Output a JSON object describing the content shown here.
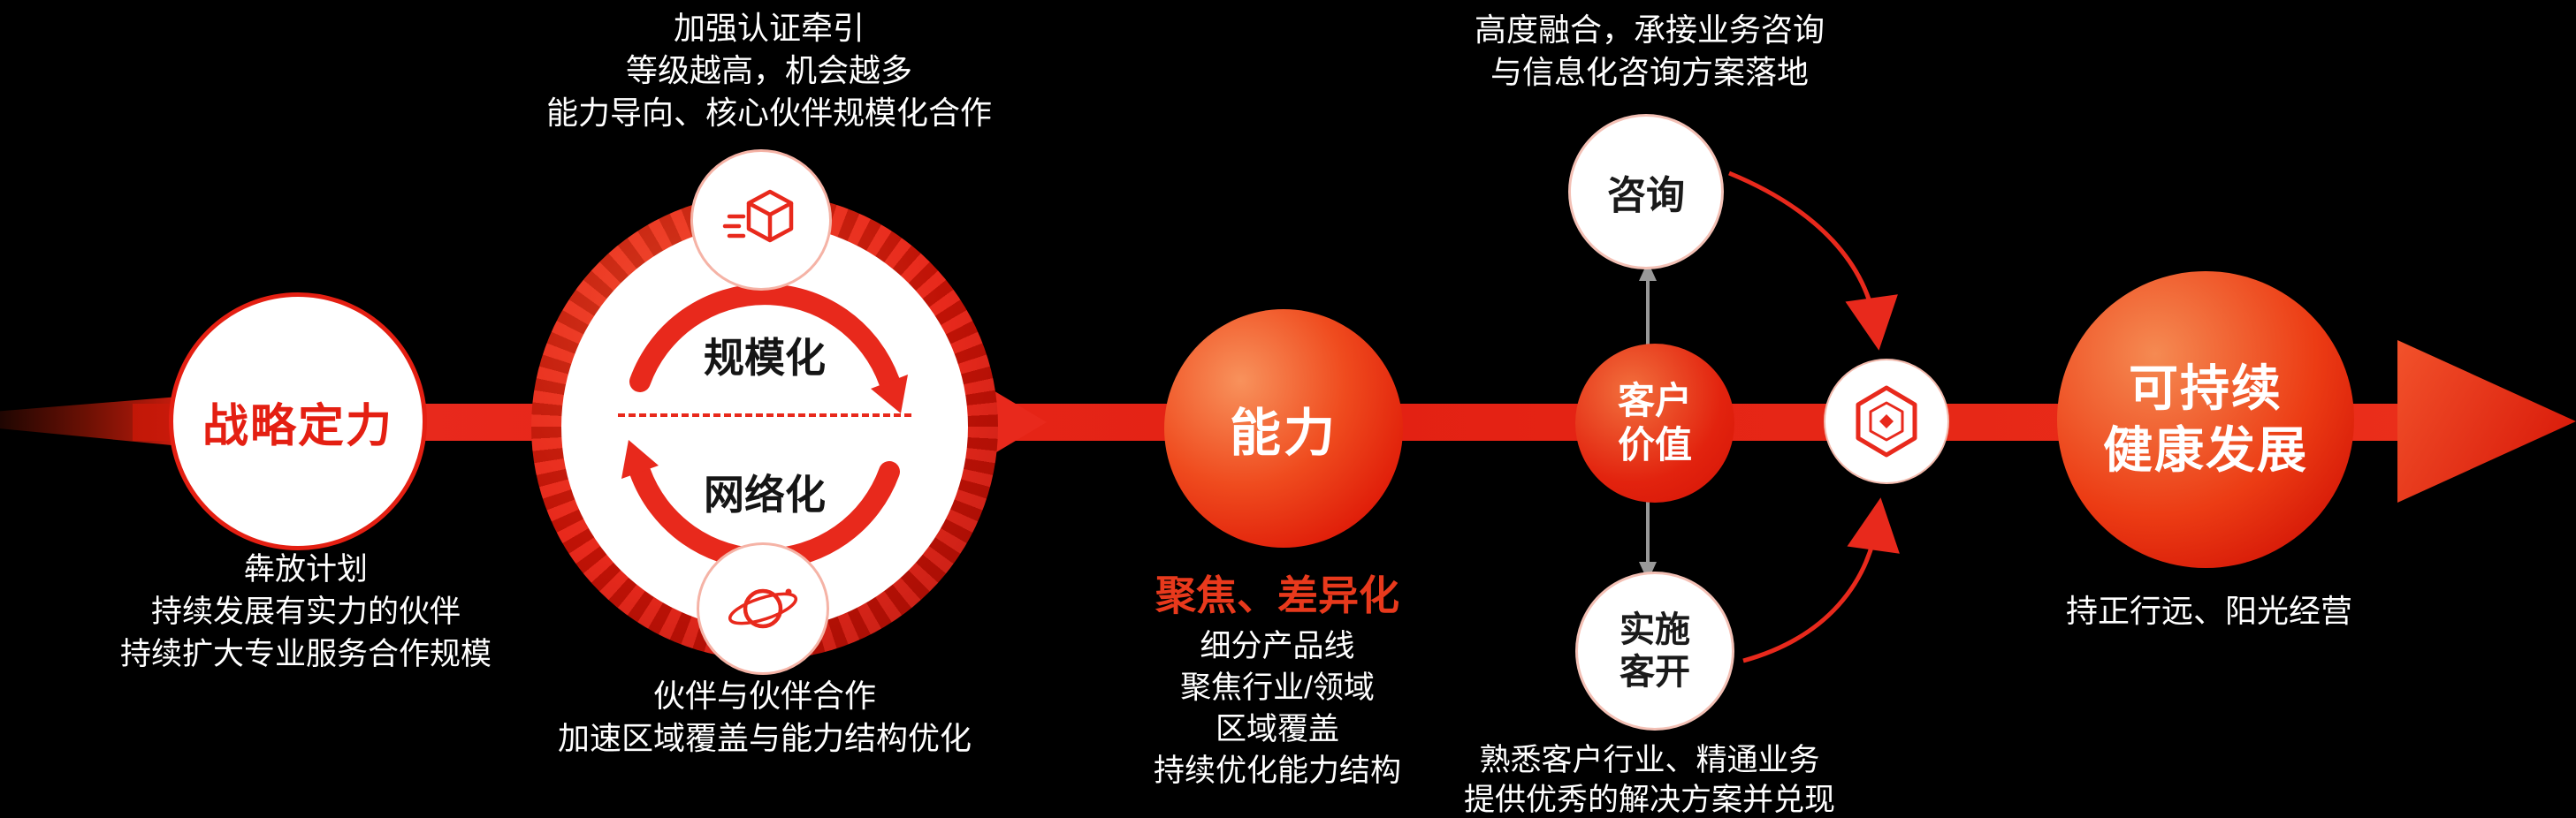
{
  "flow": {
    "stage1": {
      "title": "战略定力",
      "notes": [
        "犇放计划",
        "持续发展有实力的伙伴",
        "持续扩大专业服务合作规模"
      ]
    },
    "stage2": {
      "top_notes": [
        "加强认证牵引",
        "等级越高，机会越多",
        "能力导向、核心伙伴规模化合作"
      ],
      "label_top": "规模化",
      "label_bottom": "网络化",
      "bottom_notes": [
        "伙伴与伙伴合作",
        "加速区域覆盖与能力结构优化"
      ]
    },
    "stage3": {
      "title": "能力",
      "subtitle": "聚焦、差异化",
      "notes": [
        "细分产品线",
        "聚焦行业/领域",
        "区域覆盖",
        "持续优化能力结构"
      ]
    },
    "stage4": {
      "hub_line1": "客户",
      "hub_line2": "价值",
      "top_circle_label": "咨询",
      "bottom_circle_line1": "实施",
      "bottom_circle_line2": "客开",
      "top_notes": [
        "高度融合，承接业务咨询",
        "与信息化咨询方案落地"
      ],
      "bottom_notes": [
        "熟悉客户行业、精通业务",
        "提供优秀的解决方案并兑现"
      ]
    },
    "stage5": {
      "title_line1": "可持续",
      "title_line2": "健康发展",
      "note": "持正行远、阳光经营"
    }
  },
  "icons": {
    "stage2_top": "cube-3d-icon",
    "stage2_bottom": "planet-icon",
    "stage2_center": "cycle-arrows-icon",
    "stage4_right": "hexagon-circuit-icon"
  },
  "colors": {
    "primary_red": "#e8291c",
    "deep_red": "#c01005",
    "orange": "#f07a45",
    "white": "#ffffff",
    "background": "#000000",
    "gray_connector": "#999999"
  }
}
